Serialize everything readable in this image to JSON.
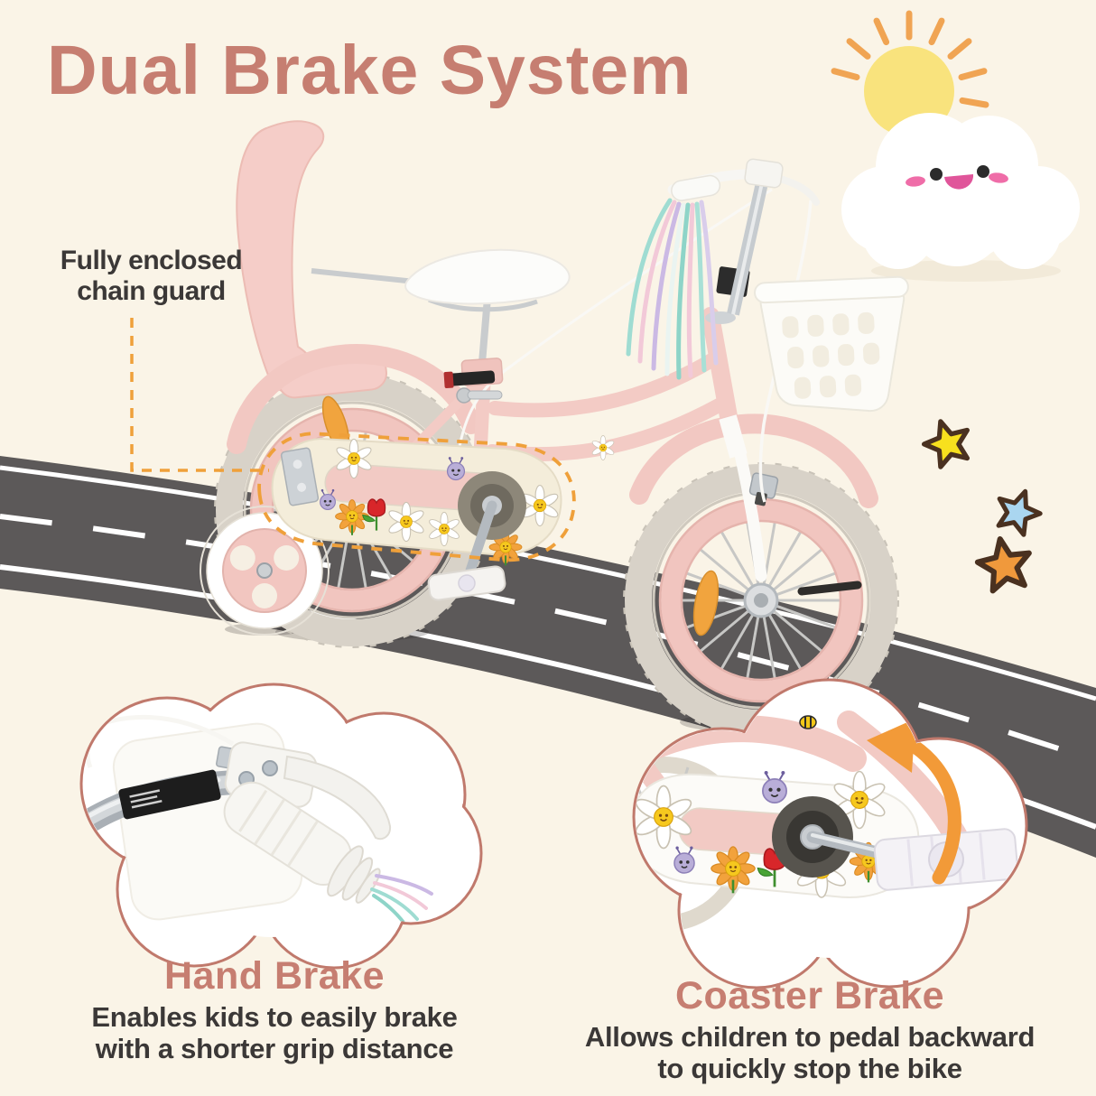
{
  "title": "Dual Brake System",
  "callout": {
    "line1": "Fully enclosed",
    "line2": "chain guard"
  },
  "features": [
    {
      "name": "Hand Brake",
      "desc_line1": "Enables kids to easily brake",
      "desc_line2": "with a shorter grip distance"
    },
    {
      "name": "Coaster Brake",
      "desc_line1": "Allows children to pedal backward",
      "desc_line2": "to quickly stop the bike"
    }
  ],
  "colors": {
    "background": "#FAF4E7",
    "accent_rose": "#C67E71",
    "text_dark": "#3B3837",
    "road_gray": "#5C5959",
    "lane_marking": "#FFFFFF",
    "bike_pink": "#F3CBC5",
    "highlight_orange": "#EFA03A",
    "inset_outline": "#C0796C",
    "star_yellow": "#F7E01E",
    "star_blue": "#AAD6F0",
    "star_orange": "#F0993C",
    "sun_yellow": "#F9E37D",
    "sun_ray_orange": "#F0A453",
    "cloud_cheek_pink": "#EF6DA8"
  },
  "decorations": {
    "sun": "sun-icon",
    "cloud": "smiling-cloud-icon",
    "stars": [
      "star-yellow-icon",
      "star-blue-icon",
      "star-orange-icon"
    ]
  }
}
